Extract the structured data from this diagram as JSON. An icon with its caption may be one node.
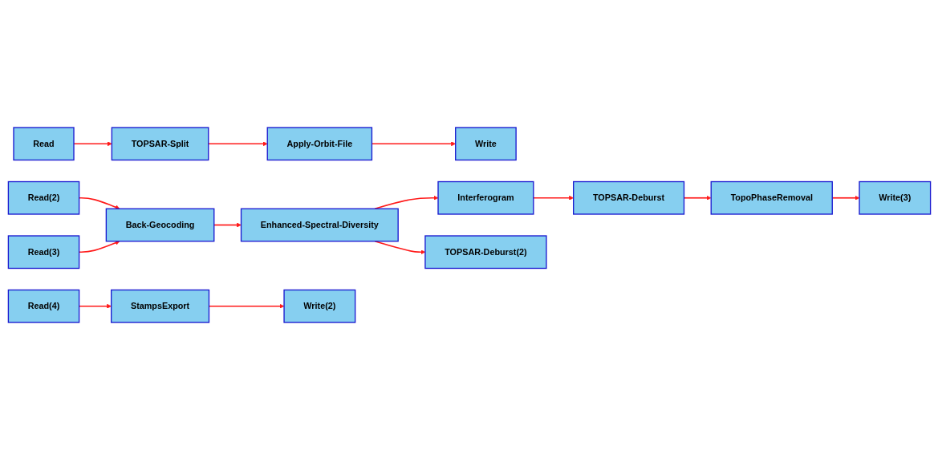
{
  "diagram": {
    "nodes": [
      {
        "text": [
          "Read"
        ]
      },
      {
        "text": [
          "TOPSAR-Split"
        ]
      },
      {
        "text": [
          "Apply-Orbit-File"
        ]
      },
      {
        "text": [
          "Write"
        ]
      },
      {
        "text": [
          "Read(2)"
        ]
      },
      {
        "text": [
          "Back-Geocoding"
        ]
      },
      {
        "text": [
          "Enhanced-Spectral-Diversity"
        ]
      },
      {
        "text": [
          "Interferogram"
        ]
      },
      {
        "text": [
          "Read(3)"
        ]
      },
      {
        "text": [
          "TOPSAR-Deburst(2)"
        ]
      },
      {
        "text": [
          "TOPSAR-Deburst"
        ]
      },
      {
        "text": [
          "TopoPhaseRemoval"
        ]
      },
      {
        "text": [
          "Read(4)"
        ]
      },
      {
        "text": [
          "StampsExport"
        ]
      },
      {
        "text": [
          "Write(2)"
        ]
      },
      {
        "text": [
          "Write(3)"
        ]
      }
    ],
    "edges": [
      {
        "from": 0,
        "to": 1,
        "arrow": "to"
      },
      {
        "from": 1,
        "to": 2,
        "arrow": "to"
      },
      {
        "from": 2,
        "to": 3,
        "arrow": "to"
      },
      {
        "from": 4,
        "to": 5,
        "arrow": "to"
      },
      {
        "from": 8,
        "to": 5,
        "arrow": "to"
      },
      {
        "from": 5,
        "to": 6,
        "arrow": "to"
      },
      {
        "from": 6,
        "to": 7,
        "arrow": "to"
      },
      {
        "from": 6,
        "to": 9,
        "arrow": "to"
      },
      {
        "from": 7,
        "to": 10,
        "arrow": "to"
      },
      {
        "from": 10,
        "to": 11,
        "arrow": "to"
      },
      {
        "from": 11,
        "to": 15,
        "arrow": "to"
      },
      {
        "from": 12,
        "to": 13,
        "arrow": "to"
      },
      {
        "from": 13,
        "to": 14,
        "arrow": "to"
      }
    ]
  }
}
